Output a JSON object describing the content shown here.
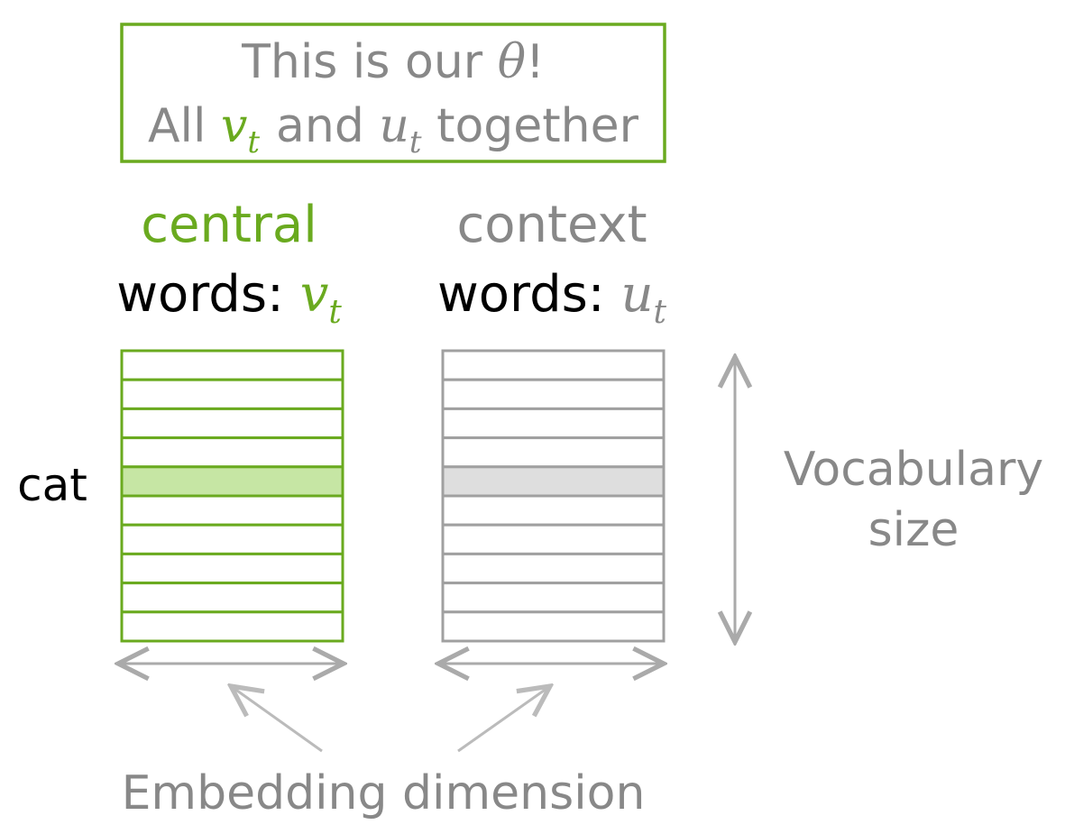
{
  "theta_box": {
    "line1_text": "This is our ",
    "line1_symbol": "θ",
    "line1_end": "!",
    "line2_prefix": "All ",
    "line2_v": "v",
    "line2_v_sub": "t",
    "line2_mid": "and ",
    "line2_u": "u",
    "line2_u_sub": "t",
    "line2_suffix": " together"
  },
  "central": {
    "line1": "central",
    "line2": "words: ",
    "var": "v",
    "sub": "t"
  },
  "context": {
    "line1": "context",
    "line2": "words: ",
    "var": "u",
    "sub": "t"
  },
  "row_label": "cat",
  "vocab_label": {
    "line1": "Vocabulary",
    "line2": "size"
  },
  "embedding_label": "Embedding dimension",
  "matrix": {
    "rows": 10,
    "highlight_row": 4
  },
  "colors": {
    "green": "#6aaa1f",
    "green_fill": "#c6e6a4",
    "gray": "#a0a0a0",
    "gray_fill": "#dedede",
    "text_gray": "#888888",
    "black": "#000000",
    "arrow": "#aaaaaa"
  }
}
